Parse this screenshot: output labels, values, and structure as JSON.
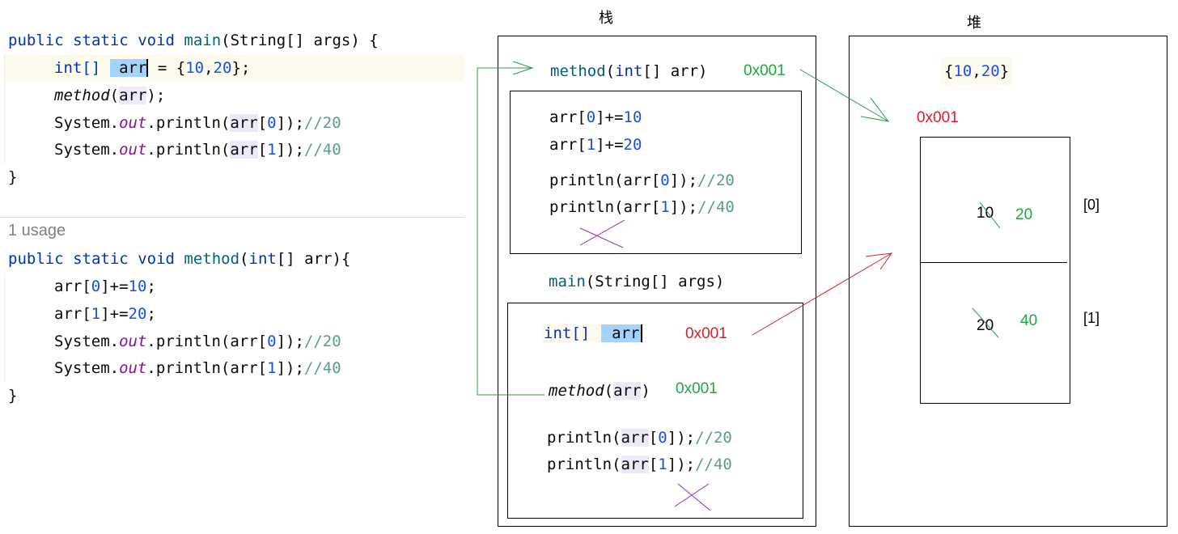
{
  "code_main": {
    "line1": {
      "kw1": "public",
      "kw2": "static",
      "kw3": "void",
      "fn": "main",
      "params": "(String[] args) {"
    },
    "line2": {
      "type": "int[]",
      "var": "arr",
      "rest": " = {",
      "n1": "10",
      "comma": ",",
      "n2": "20",
      "end": "};"
    },
    "line3": {
      "fn": "method",
      "open": "(",
      "arg": "arr",
      "close": ");"
    },
    "line4": {
      "obj": "System.",
      "field": "out",
      "call": ".println(",
      "arg": "arr",
      "idx_open": "[",
      "idx": "0",
      "idx_close": "]);",
      "comment": "//20"
    },
    "line5": {
      "obj": "System.",
      "field": "out",
      "call": ".println(",
      "arg": "arr",
      "idx_open": "[",
      "idx": "1",
      "idx_close": "]);",
      "comment": "//40"
    },
    "close": "}"
  },
  "usage_hint": "1 usage",
  "code_method": {
    "line1": {
      "kw1": "public",
      "kw2": "static",
      "kw3": "void",
      "fn": "method",
      "open": "(",
      "type": "int",
      "params": "[] arr){"
    },
    "line2": {
      "pre": "arr[",
      "idx": "0",
      "mid": "]+=",
      "num": "10",
      "end": ";"
    },
    "line3": {
      "pre": "arr[",
      "idx": "1",
      "mid": "]+=",
      "num": "20",
      "end": ";"
    },
    "line4": {
      "obj": "System.",
      "field": "out",
      "call": ".println(arr[",
      "idx": "0",
      "end": "]);",
      "comment": "//20"
    },
    "line5": {
      "obj": "System.",
      "field": "out",
      "call": ".println(arr[",
      "idx": "1",
      "end": "]);",
      "comment": "//40"
    },
    "close": "}"
  },
  "stack": {
    "title": "栈",
    "method_frame": {
      "header": {
        "fn": "method",
        "open": "(",
        "type": "int",
        "rest": "[] arr)"
      },
      "addr": "0x001",
      "lines": {
        "l1": {
          "pre": "arr[",
          "idx": "0",
          "mid": "]+=",
          "num": "10"
        },
        "l2": {
          "pre": "arr[",
          "idx": "1",
          "mid": "]+=",
          "num": "20"
        },
        "l3": {
          "pre": "println(arr[",
          "idx": "0",
          "end": "]);",
          "comment": "//20"
        },
        "l4": {
          "pre": "println(arr[",
          "idx": "1",
          "end": "]);",
          "comment": "//40"
        }
      }
    },
    "main_frame": {
      "header": {
        "fn": "main",
        "rest": "(String[] args)"
      },
      "decl": {
        "type": "int[]",
        "var": "arr"
      },
      "decl_addr": "0x001",
      "call": {
        "fn": "method",
        "open": "(",
        "arg": "arr",
        "close": ")"
      },
      "call_addr": "0x001",
      "p1": {
        "pre": "println(",
        "arg": "arr",
        "open": "[",
        "idx": "0",
        "end": "]);",
        "comment": "//20"
      },
      "p2": {
        "pre": "println(",
        "arg": "arr",
        "open": "[",
        "idx": "1",
        "end": "]);",
        "comment": "//40"
      }
    }
  },
  "heap": {
    "title": "堆",
    "literal": {
      "open": "{",
      "n1": "10",
      "comma": ",",
      "n2": "20",
      "close": "}"
    },
    "addr": "0x001",
    "cells": [
      {
        "index": "[0]",
        "old": "10",
        "new": "20"
      },
      {
        "index": "[1]",
        "old": "20",
        "new": "40"
      }
    ]
  },
  "colors": {
    "keyword": "#0033b3",
    "function": "#00627a",
    "number": "#1750eb",
    "comment": "#5c9c8c",
    "static_field": "#871094",
    "address_red": "#e8182a",
    "address_green": "#1aaa3a",
    "arrow_green": "#2a9a4a",
    "arrow_red": "#d42030",
    "cross": "#9a2ab8"
  }
}
